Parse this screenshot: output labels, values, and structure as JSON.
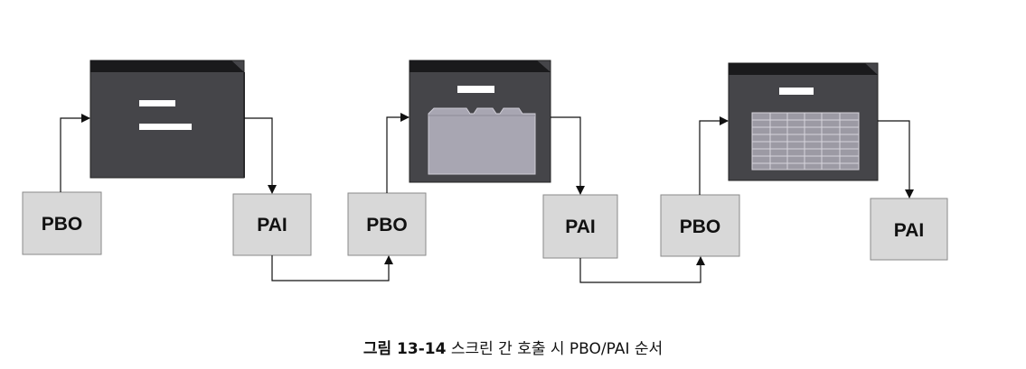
{
  "diagram": {
    "boxes": {
      "pbo_1": "PBO",
      "pai_1": "PAI",
      "pbo_2": "PBO",
      "pai_2": "PAI",
      "pbo_3": "PBO",
      "pai_3": "PAI"
    },
    "screens": [
      {
        "name": "screen-1",
        "content": "text-fields"
      },
      {
        "name": "screen-2",
        "content": "tabstrip"
      },
      {
        "name": "screen-3",
        "content": "table-control"
      }
    ],
    "colors": {
      "screen_body": "#454549",
      "screen_titlebar": "#1a1a1c",
      "box_fill": "#d8d8d8",
      "field": "#ffffff",
      "tab_fill": "#a8a6b2"
    }
  },
  "caption": {
    "figure_number": "그림 13-14",
    "text": "스크린 간 호출 시 PBO/PAI 순서"
  }
}
